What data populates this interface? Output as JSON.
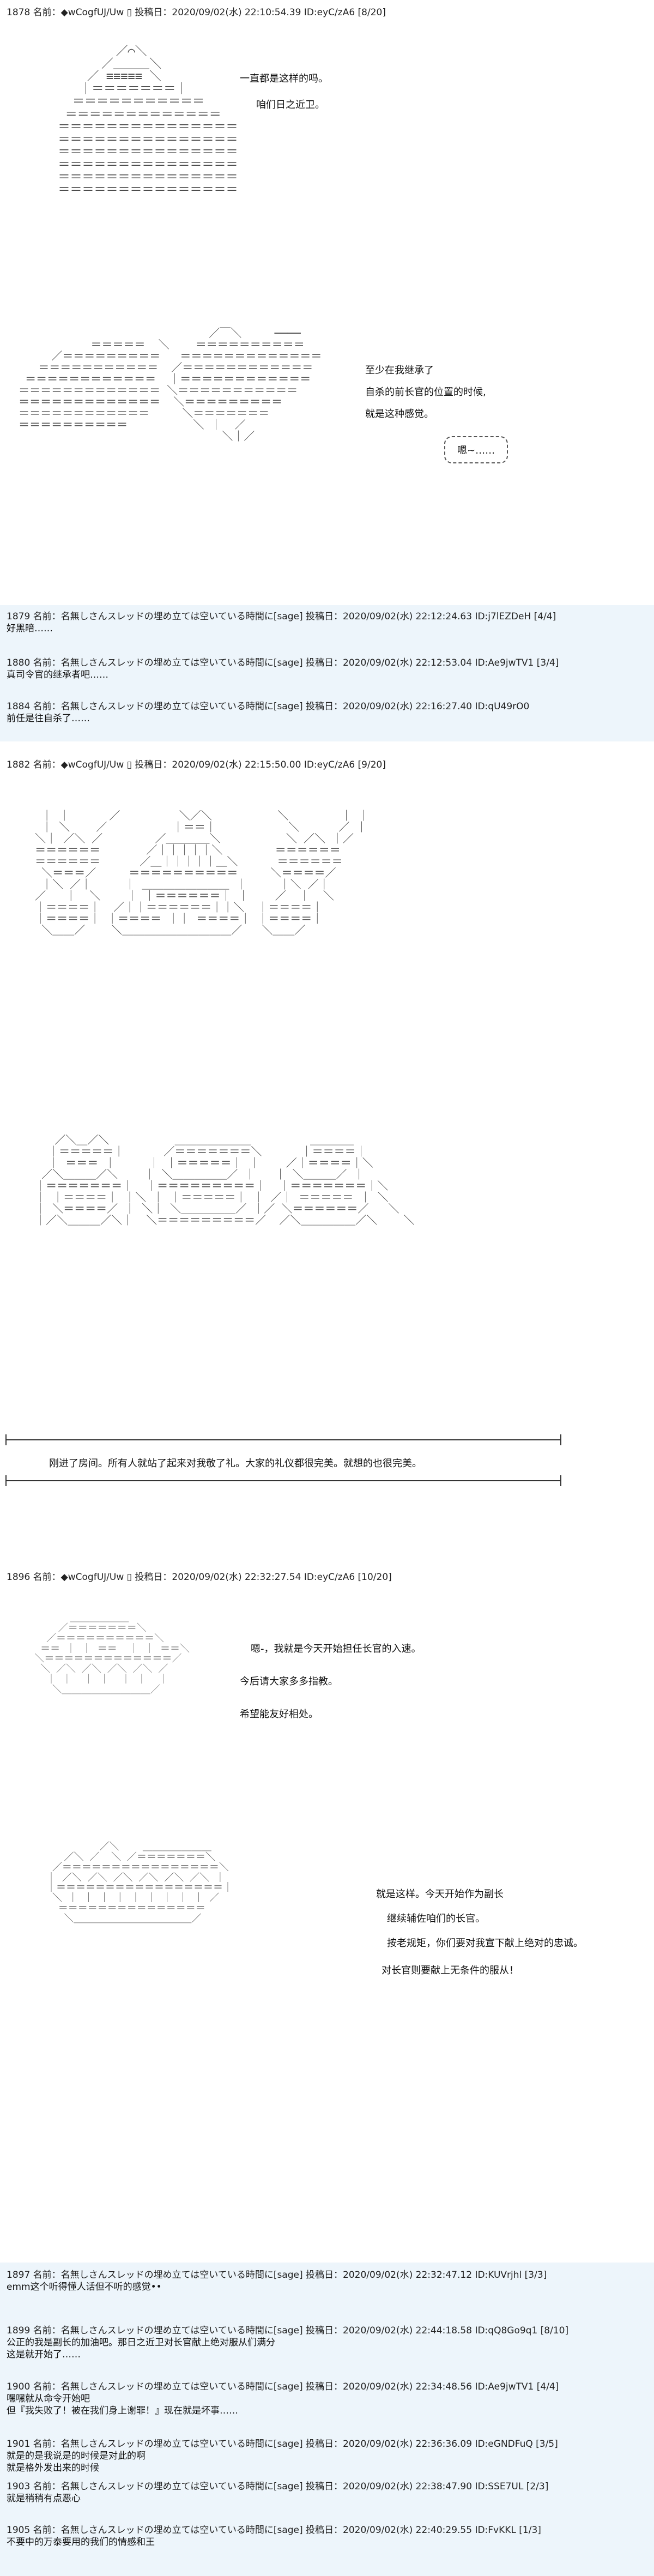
{
  "posts": {
    "p1878": {
      "header": "1878 名前：◆wCogfUJ/Uw ▯ 投稿日：2020/09/02(水) 22:10:54.39 ID:eyC/zA6 [8/20]",
      "lines": [
        "一直都是这样的吗。",
        "咱们日之近卫。"
      ],
      "lines2": [
        "至少在我继承了",
        "自杀的前长官的位置的时候,",
        "就是这种感觉。"
      ],
      "bubble": "嗯~……"
    },
    "p1882": {
      "header": "1882 名前：◆wCogfUJ/Uw ▯ 投稿日：2020/09/02(水) 22:15:50.00 ID:eyC/zA6 [9/20]",
      "caption": "刚进了房间。所有人就站了起来对我敬了礼。大家的礼仪都很完美。就想的也很完美。"
    },
    "p1896": {
      "header": "1896 名前：◆wCogfUJ/Uw ▯ 投稿日：2020/09/02(水) 22:32:27.54 ID:eyC/zA6 [10/20]",
      "lines": [
        "嗯-，我就是今天开始担任长官的入速。",
        "今后请大家多多指教。",
        "希望能友好相处。"
      ],
      "lines2": [
        "就是这样。今天开始作为副长",
        "继续辅佐咱们的长官。",
        "按老规矩，你们要对我宣下献上绝对的忠诚。",
        "对长官则要献上无条件的服从！"
      ]
    }
  },
  "replies_a": [
    {
      "header": "1879 名前：名無しさんスレッドの埋め立ては空いている時間に[sage] 投稿日：2020/09/02(水) 22:12:24.63 ID:j7lEZDeH [4/4]",
      "body": "好黑暗……"
    },
    {
      "header": "1880 名前：名無しさんスレッドの埋め立ては空いている時間に[sage] 投稿日：2020/09/02(水) 22:12:53.04 ID:Ae9jwTV1 [3/4]",
      "body": "真司令官的继承者吧……"
    },
    {
      "header": "1884 名前：名無しさんスレッドの埋め立ては空いている時間に[sage] 投稿日：2020/09/02(水) 22:16:27.40 ID:qU49rO0",
      "body": "前任是往自杀了……"
    }
  ],
  "replies_b": [
    {
      "header": "1897 名前：名無しさんスレッドの埋め立ては空いている時間に[sage] 投稿日：2020/09/02(水) 22:32:47.12 ID:KUVrjhl [3/3]",
      "body": "emm这个听得懂人话但不听的感觉••"
    },
    {
      "header": "1899 名前：名無しさんスレッドの埋め立ては空いている時間に[sage] 投稿日：2020/09/02(水) 22:44:18.58 ID:qQ8Go9q1 [8/10]",
      "body": "公正的我是副长的加油吧。那日之近卫对长官献上绝对服从们满分\n这是就开始了……"
    },
    {
      "header": "1900 名前：名無しさんスレッドの埋め立ては空いている時間に[sage] 投稿日：2020/09/02(水) 22:34:48.56 ID:Ae9jwTV1 [4/4]",
      "body": "嘿嘿就从命令开始吧\n但『我失败了！被在我们身上谢罪！』现在就是坏事……"
    },
    {
      "header": "1901 名前：名無しさんスレッドの埋め立ては空いている時間に[sage] 投稿日：2020/09/02(水) 22:36:36.09 ID:eGNDFuQ [3/5]",
      "body": "就是的是我说是的时候是对此的啊\n就是格外发出来的时候"
    },
    {
      "header": "1903 名前：名無しさんスレッドの埋め立ては空いている時間に[sage] 投稿日：2020/09/02(水) 22:38:47.90 ID:SSE7UL [2/3]",
      "body": "就是稍稍有点恶心"
    },
    {
      "header": "1905 名前：名無しさんスレッドの埋め立ては空いている時間に[sage] 投稿日：2020/09/02(水) 22:40:29.55 ID:FvKKL [1/3]",
      "body": "不要中的万泰要用的我们的情感和王"
    }
  ]
}
